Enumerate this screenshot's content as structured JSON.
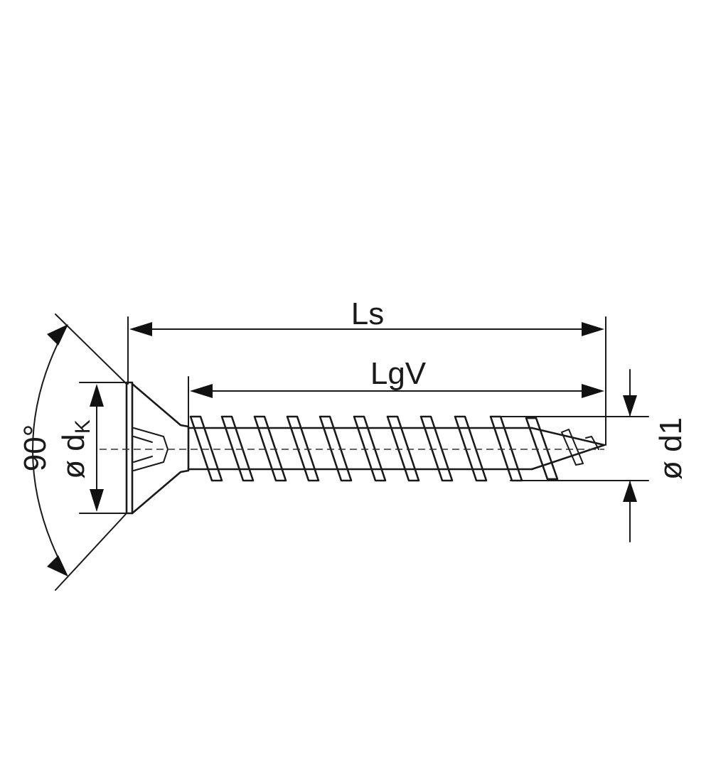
{
  "diagram": {
    "labels": {
      "ls": "Ls",
      "lgv": "LgV",
      "angle": "90°",
      "dk_symbol": "ø d",
      "dk_subscript": "K",
      "d1": "ø d1"
    },
    "colors": {
      "line": "#1a1a1a",
      "background": "#ffffff"
    }
  }
}
